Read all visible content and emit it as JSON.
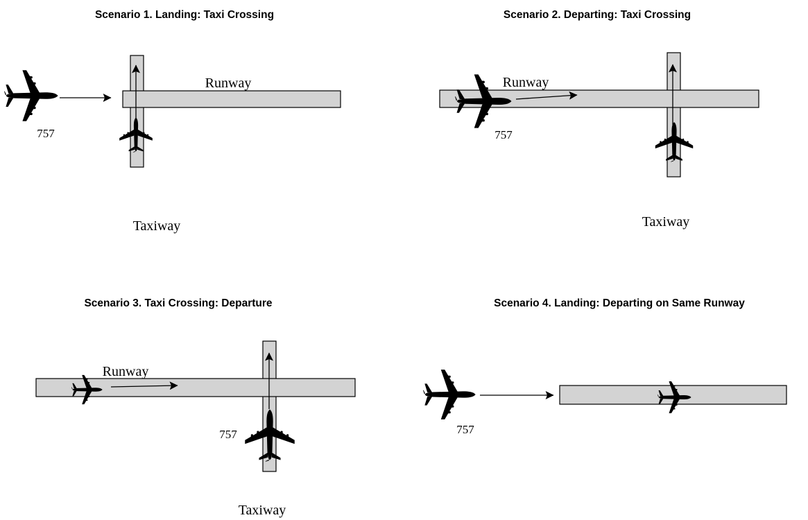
{
  "colors": {
    "pavement": "#d3d3d3",
    "outline": "#000000",
    "background": "#ffffff"
  },
  "icons": {
    "aircraft": "airplane-icon"
  },
  "scenarios": [
    {
      "title": "Scenario 1. Landing: Taxi Crossing",
      "runway_label": "Runway",
      "taxiway_label": "Taxiway",
      "aircraft_label": "757"
    },
    {
      "title": "Scenario 2. Departing: Taxi Crossing",
      "runway_label": "Runway",
      "taxiway_label": "Taxiway",
      "aircraft_label": "757"
    },
    {
      "title": "Scenario 3. Taxi Crossing: Departure",
      "runway_label": "Runway",
      "taxiway_label": "Taxiway",
      "aircraft_label": "757"
    },
    {
      "title": "Scenario 4. Landing: Departing on Same Runway",
      "aircraft_label": "757"
    }
  ]
}
